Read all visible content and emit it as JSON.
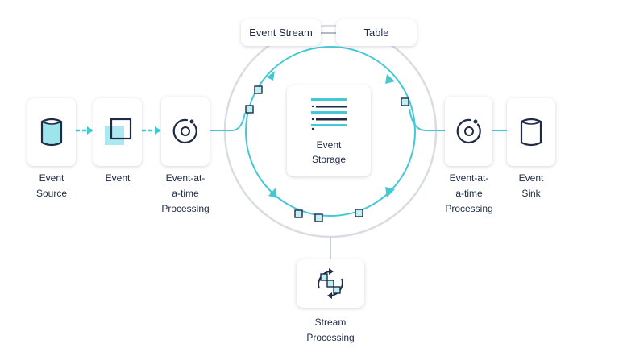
{
  "colors": {
    "accent": "#45c8d6",
    "accent_light": "#9ee4ec",
    "ink": "#1f2a44",
    "ring": "#d9dde3"
  },
  "pills": {
    "event_stream": "Event Stream",
    "table": "Table"
  },
  "nodes": {
    "event_source": {
      "label": "Event\nSource",
      "icon": "database-icon"
    },
    "event": {
      "label": "Event",
      "icon": "square-event-icon"
    },
    "processing_left": {
      "label": "Event-at-\na-time\nProcessing",
      "icon": "circular-processor-icon"
    },
    "event_storage": {
      "label": "Event\nStorage",
      "icon": "storage-list-icon"
    },
    "processing_right": {
      "label": "Event-at-\na-time\nProcessing",
      "icon": "circular-processor-icon"
    },
    "event_sink": {
      "label": "Event\nSink",
      "icon": "database-icon"
    },
    "stream_processing": {
      "label": "Stream\nProcessing",
      "icon": "stream-processing-icon"
    }
  }
}
